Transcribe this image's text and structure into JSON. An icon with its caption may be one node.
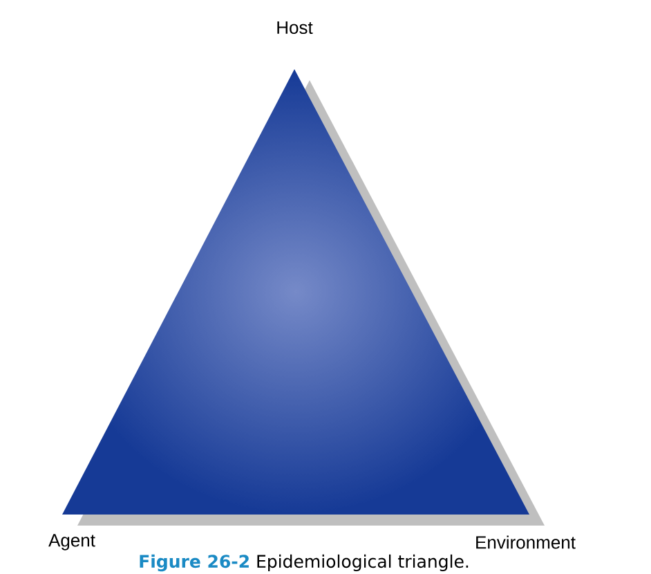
{
  "diagram": {
    "caption": "**Figure 26-2** Epidemiological triangle.",
    "labels": [
      "Host",
      "Agent",
      "Environment"
    ]
  }
}
